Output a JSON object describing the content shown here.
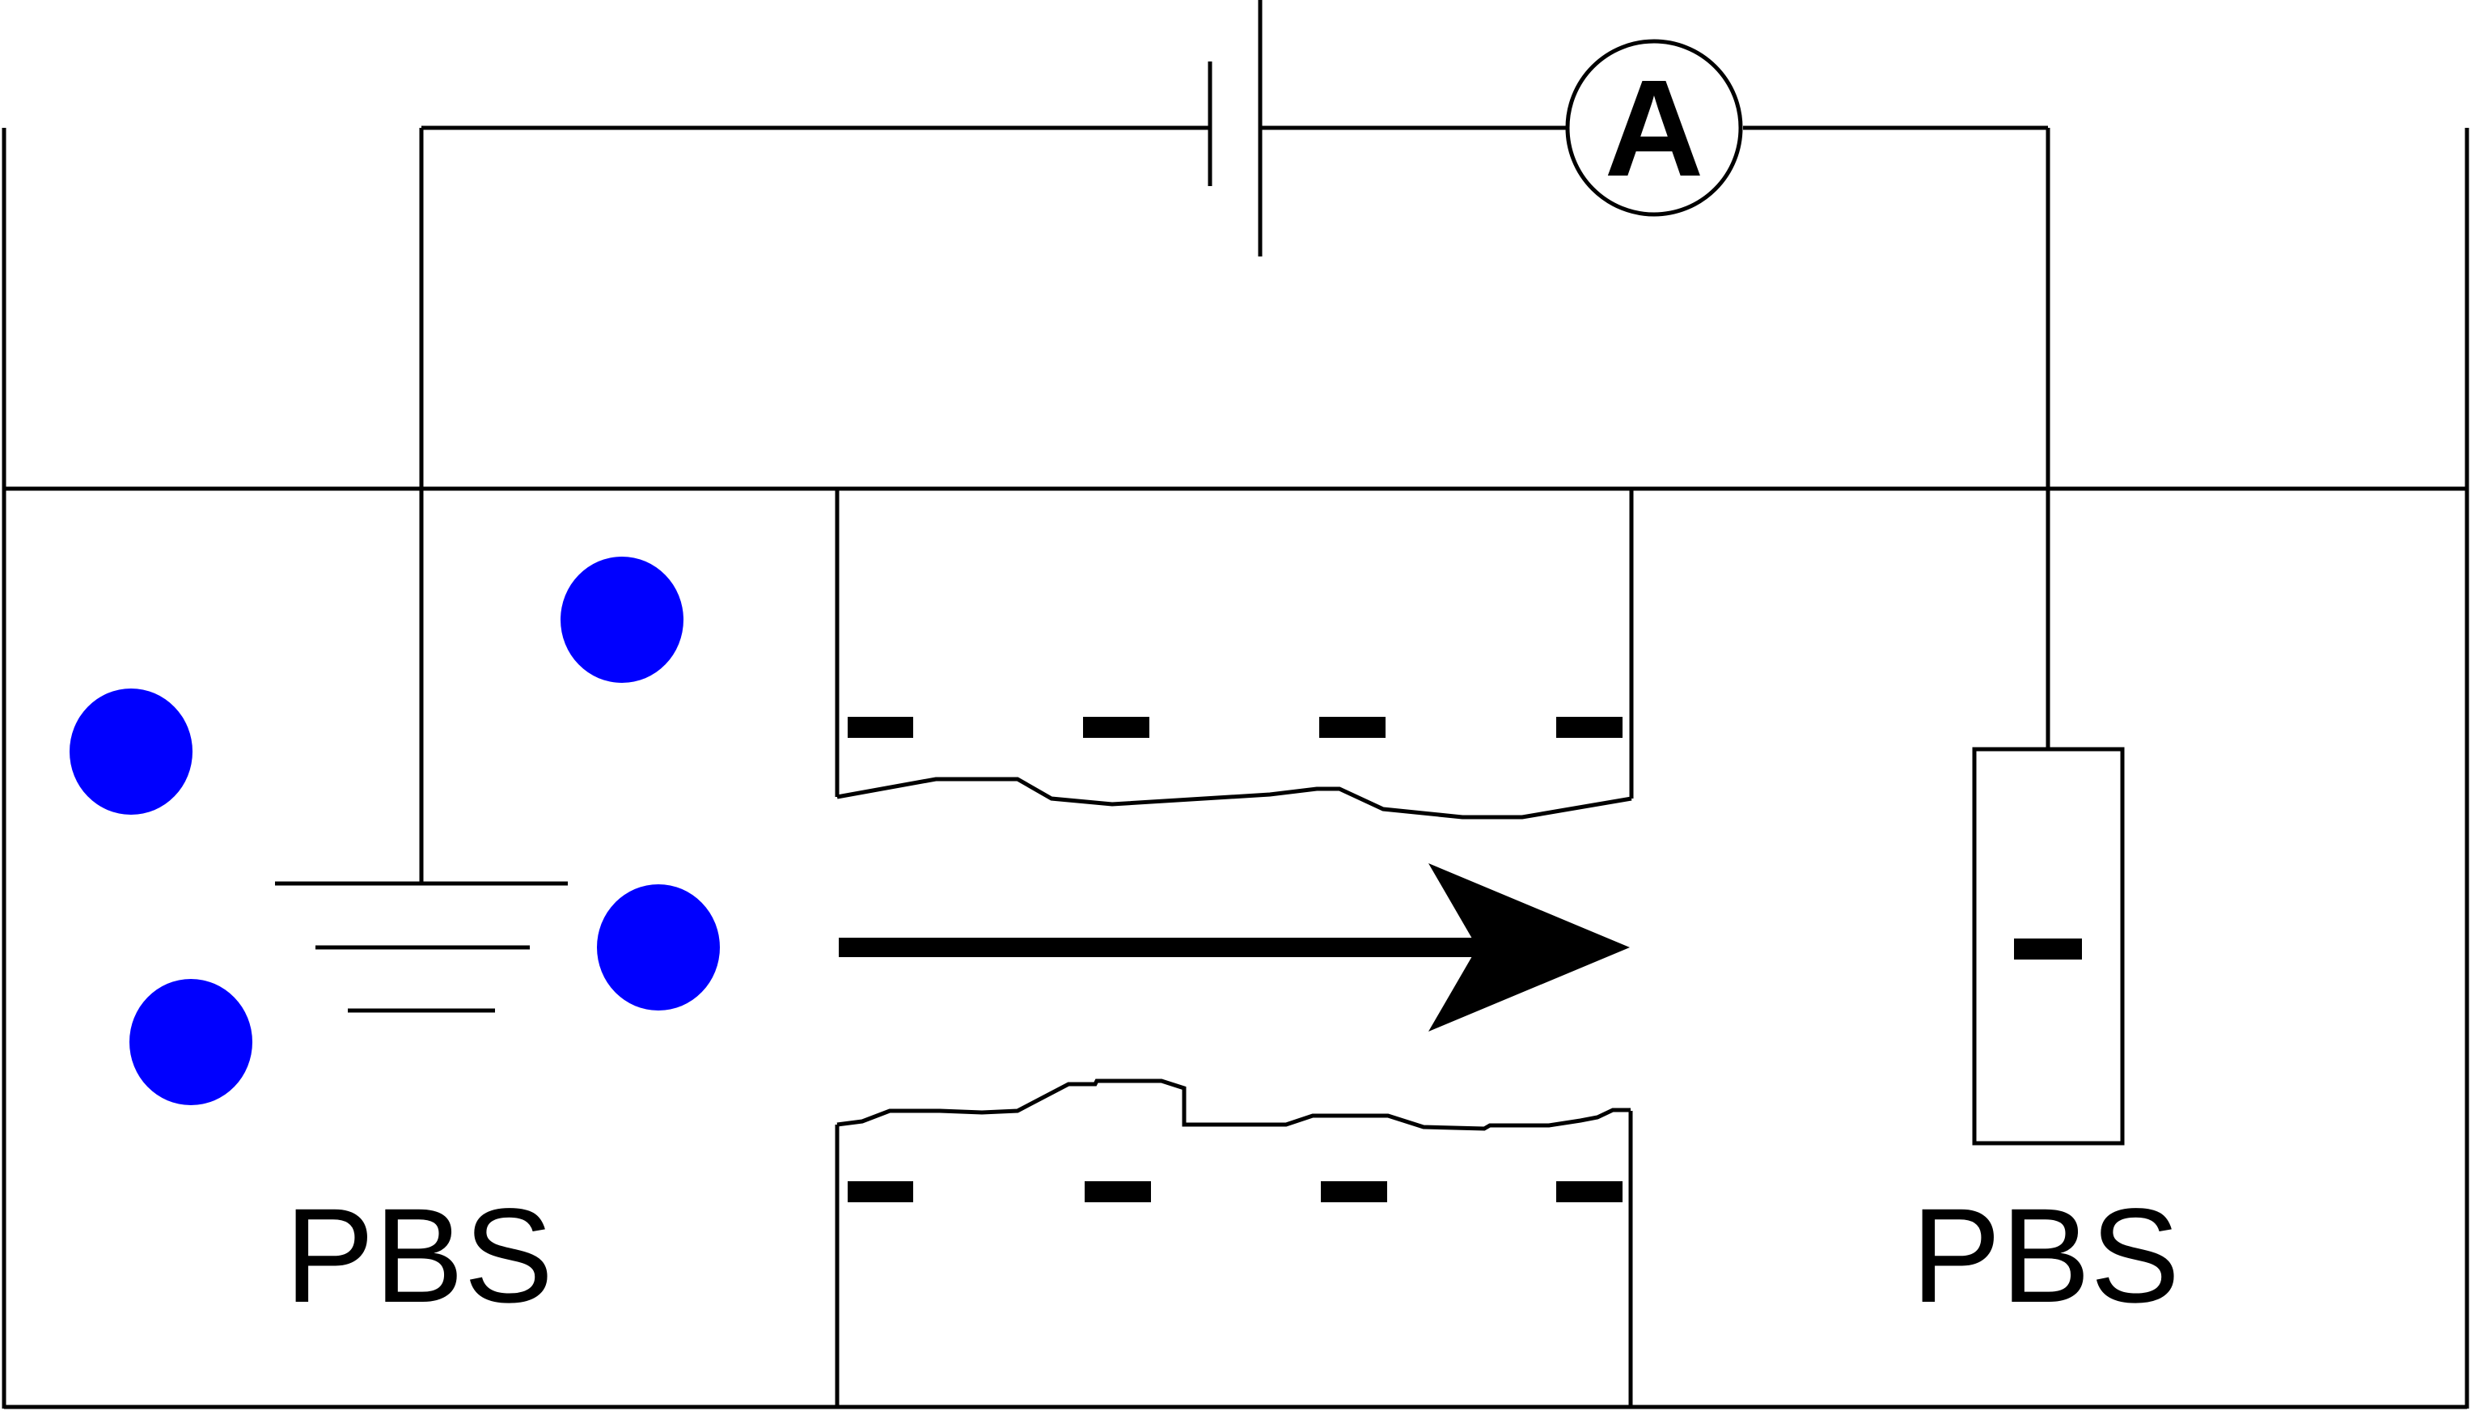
{
  "labels": {
    "left_solution": "PBS",
    "right_solution": "PBS",
    "ammeter": "A"
  },
  "charge_signs": {
    "channel_top": [
      "-",
      "-",
      "-",
      "-"
    ],
    "channel_bottom": [
      "-",
      "-",
      "-",
      "-"
    ],
    "electrode": "-"
  },
  "colors": {
    "ion": "#0000ff",
    "stroke": "#000000",
    "background": "#ffffff"
  },
  "icons": {
    "battery": "battery-icon",
    "ammeter": "ammeter-icon",
    "ground": "ground-icon",
    "flow_arrow": "arrow-right-icon"
  }
}
